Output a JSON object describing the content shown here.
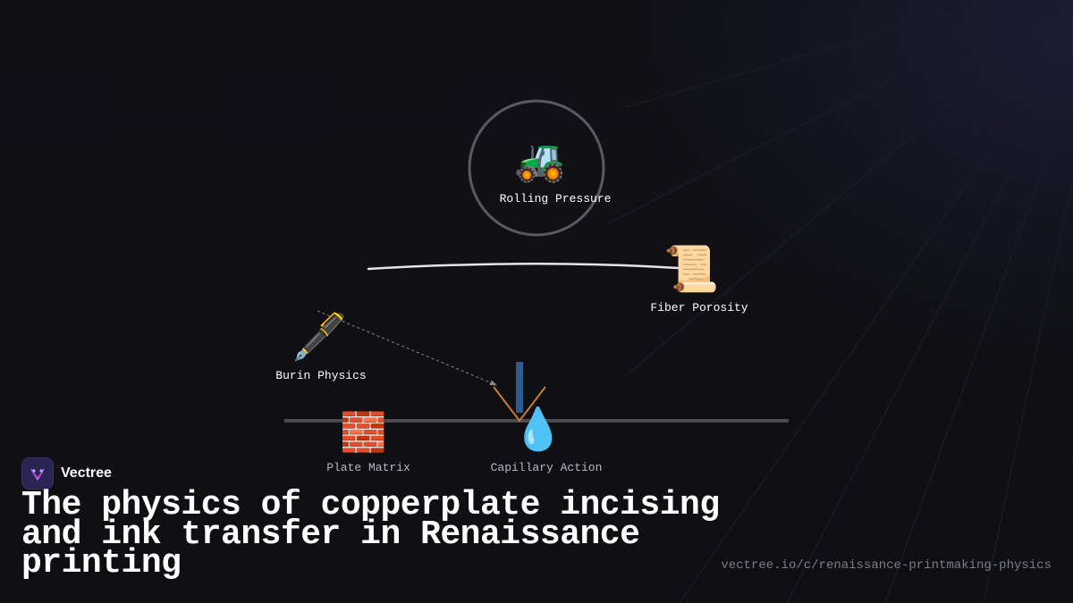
{
  "diagram": {
    "nodes": {
      "rolling_pressure": {
        "emoji": "🚜",
        "label": "Rolling Pressure"
      },
      "fiber_porosity": {
        "emoji": "📜",
        "label": "Fiber Porosity"
      },
      "burin_physics": {
        "emoji": "🖋️",
        "label": "Burin Physics"
      },
      "plate_matrix": {
        "emoji": "🧱",
        "label": "Plate Matrix"
      },
      "capillary_action": {
        "emoji": "💧",
        "label": "Capillary Action"
      }
    },
    "colors": {
      "circle_stroke": "#5a5a60",
      "paper_curve": "#e6e6ea",
      "plate_line": "#4a4a4e",
      "v_groove": "#c97a35",
      "burin_bar": "#2e5a8c",
      "dashed_arrow": "#8a8a90"
    }
  },
  "brand": {
    "name": "Vectree",
    "logo_icon": "vectree-logo-icon"
  },
  "headline": "The physics of copperplate incising and ink transfer in Renaissance printing",
  "source_url": "vectree.io/c/renaissance-printmaking-physics"
}
